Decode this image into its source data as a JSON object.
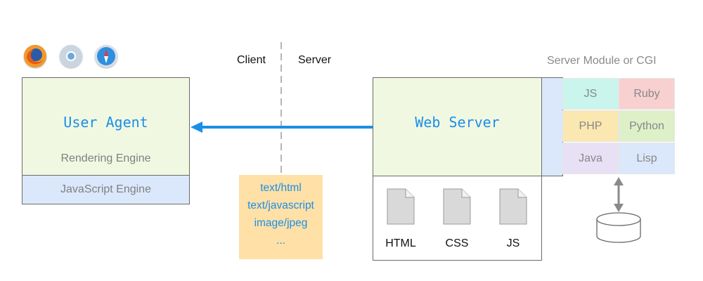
{
  "divider": {
    "client_label": "Client",
    "server_label": "Server"
  },
  "browsers": [
    {
      "name": "firefox-icon",
      "color": "#e8621a"
    },
    {
      "name": "chrome-icon",
      "color": "#6fa8d8"
    },
    {
      "name": "safari-icon",
      "color": "#2e8fe0"
    }
  ],
  "user_agent": {
    "title": "User Agent",
    "subtitle": "Rendering Engine",
    "js_engine": "JavaScript Engine"
  },
  "mime_types": [
    "text/html",
    "text/javascript",
    "image/jpeg",
    "..."
  ],
  "web_server": {
    "title": "Web Server",
    "files": [
      "HTML",
      "CSS",
      "JS"
    ]
  },
  "modules": {
    "title": "Server Module or CGI",
    "items": [
      {
        "label": "JS",
        "color": "#c9f5ec"
      },
      {
        "label": "Ruby",
        "color": "#f8d0cf"
      },
      {
        "label": "PHP",
        "color": "#fbe7b0"
      },
      {
        "label": "Python",
        "color": "#ddf0c8"
      },
      {
        "label": "Java",
        "color": "#e8e0f5"
      },
      {
        "label": "Lisp",
        "color": "#dbe8fb"
      }
    ]
  },
  "colors": {
    "arrow": "#1a8fe8",
    "title_text": "#1a8fe8",
    "light_green": "#f1f8e2",
    "light_blue": "#dbe8fb",
    "mime_bg": "#ffe0a6"
  }
}
